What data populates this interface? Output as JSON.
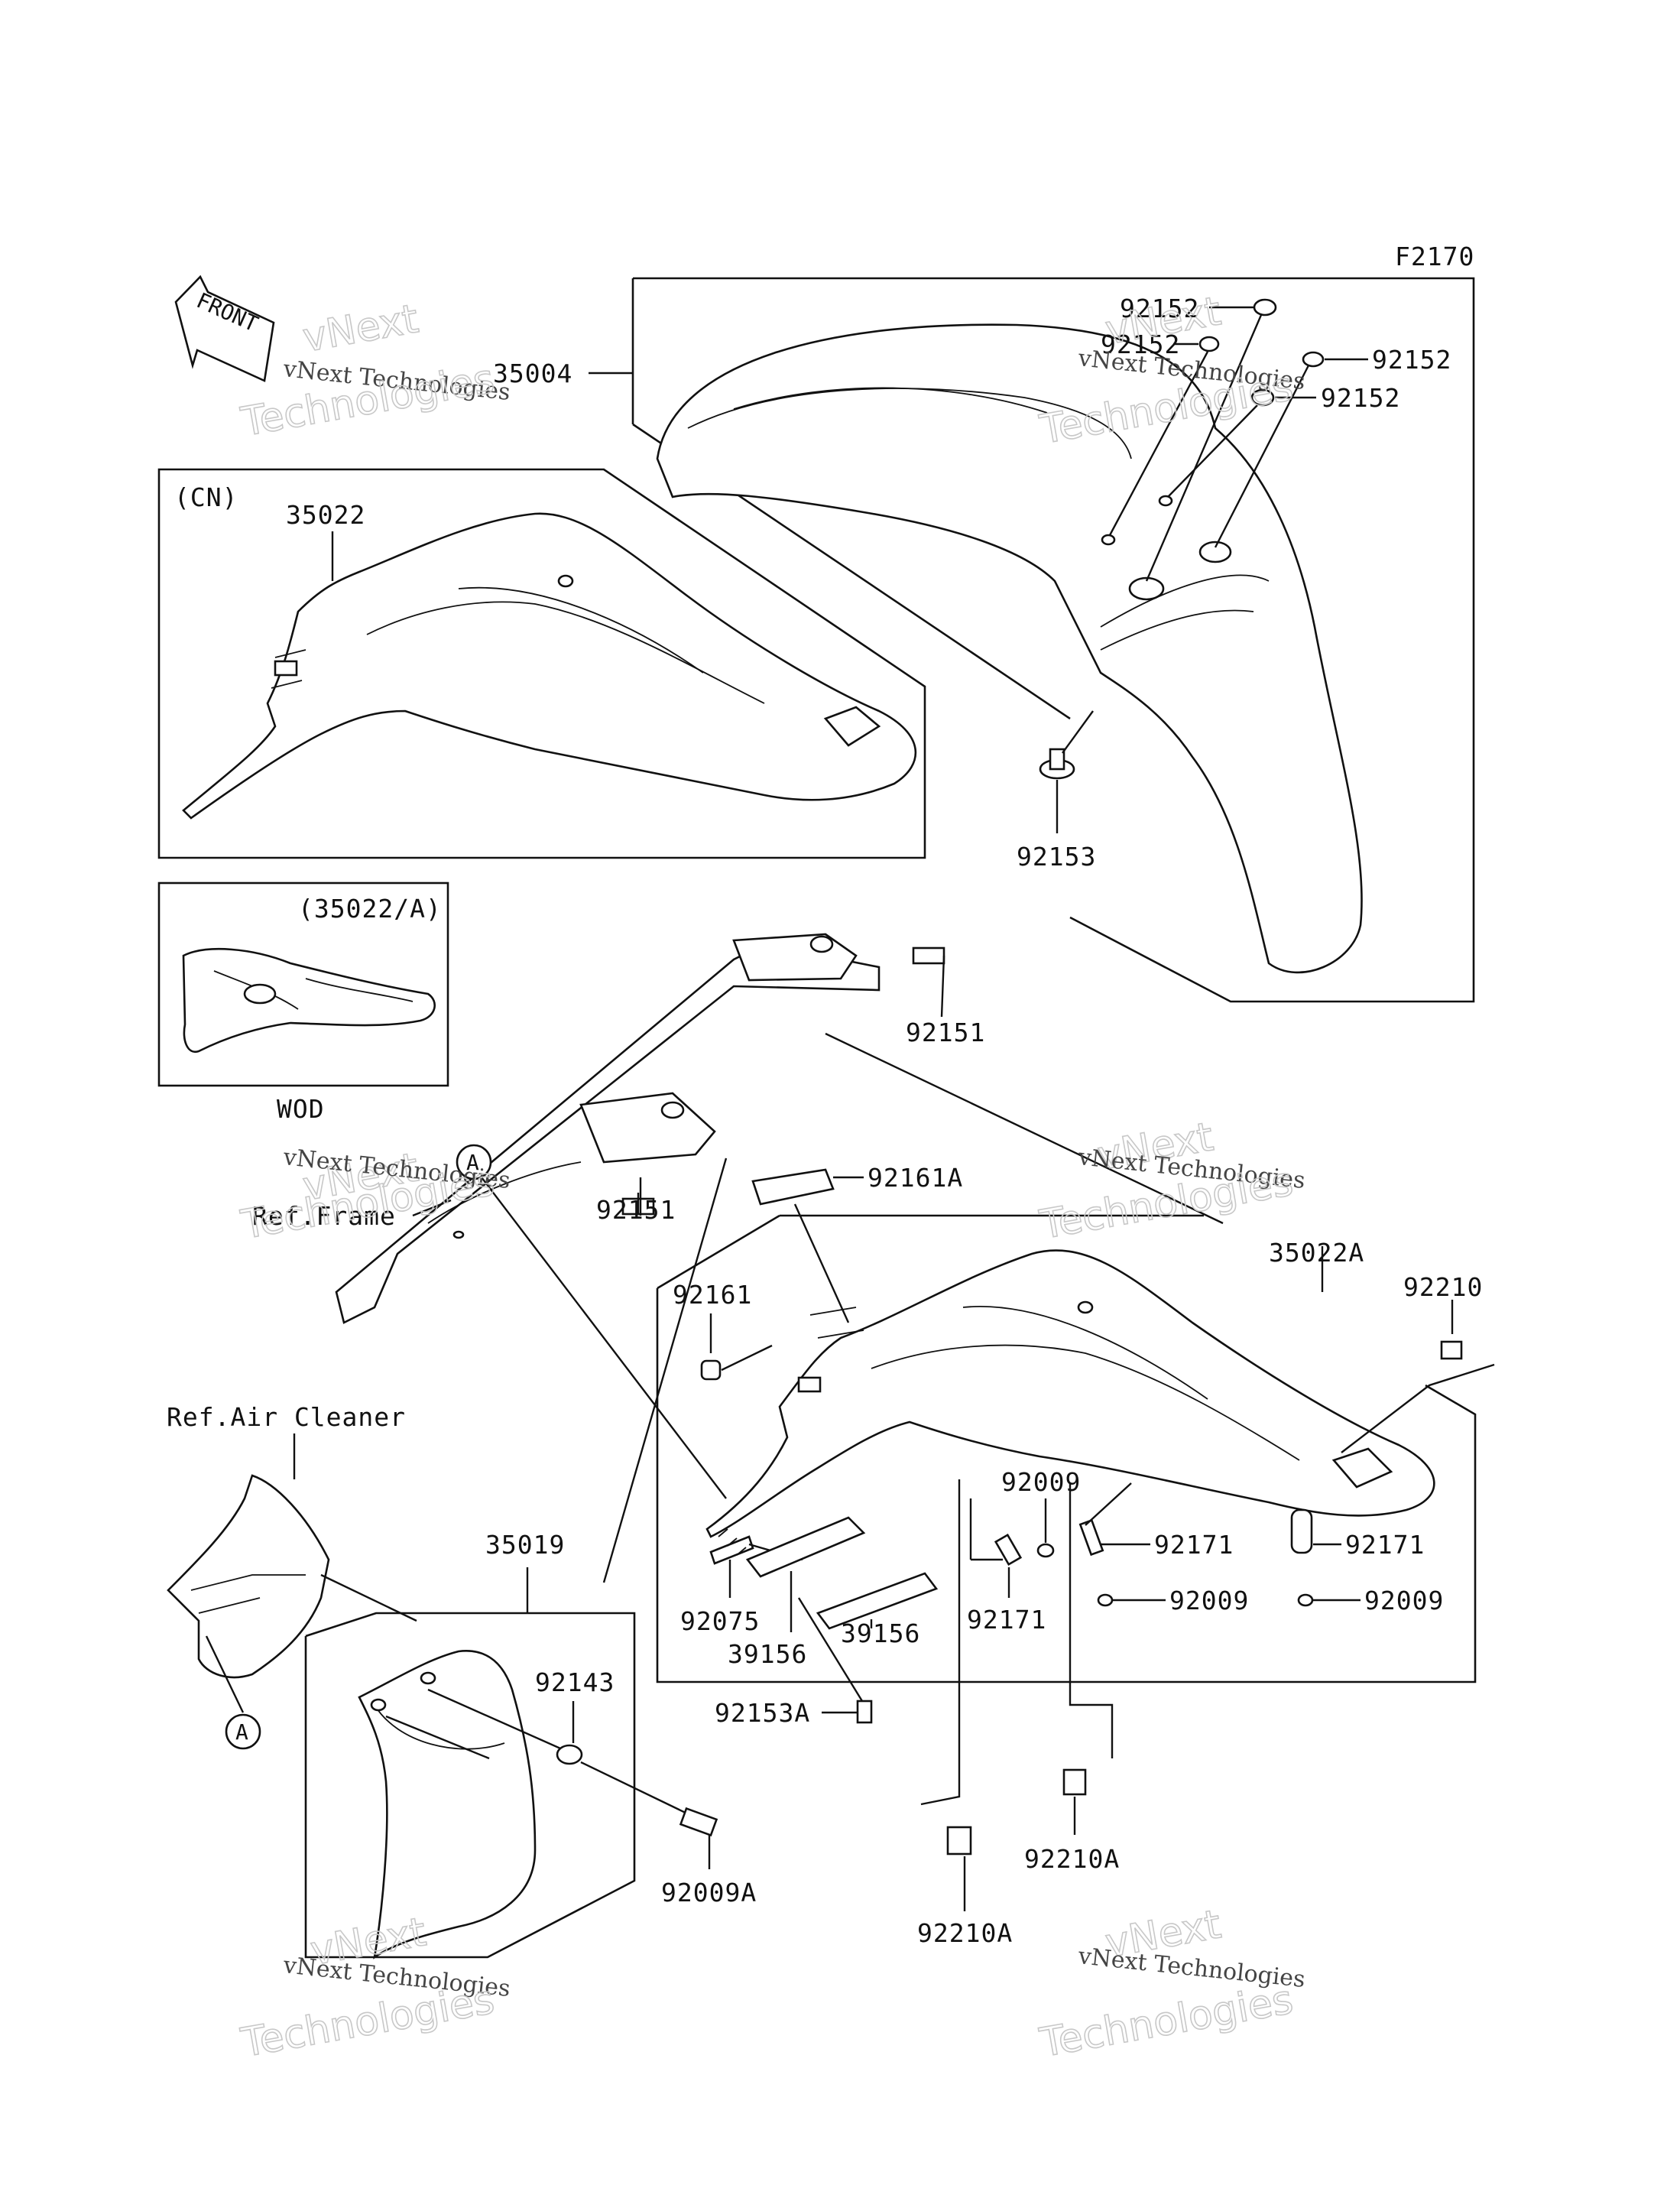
{
  "figure_code": "F2170",
  "front_arrow_label": "FRONT",
  "variant_labels": {
    "cn": "(CN)",
    "variant_a": "(35022/A)",
    "wod": "WOD"
  },
  "reference_labels": {
    "frame": "Ref.Frame",
    "air_cleaner": "Ref.Air Cleaner",
    "marker_a": "A"
  },
  "part_numbers": {
    "front_fender": "35004",
    "washer_top": "92152",
    "washer_mid": "92152",
    "washer_right": "92152",
    "washer_lower": "92152",
    "bolt_front_fender": "92153",
    "rear_fender_cn": "35022",
    "bolt_frame_upper": "92151",
    "bolt_frame_lower": "92151",
    "block_upper": "92161A",
    "nut_92161": "92161",
    "rear_fender_35022a": "35022A",
    "clip_92210": "92210",
    "screw_92009_center": "92009",
    "screw_92009_a": "92009",
    "screw_92009_b": "92009",
    "collar_92171_a": "92171",
    "collar_92171_b": "92171",
    "collar_92171_c": "92171",
    "spring_92075": "92075",
    "pad_39156_a": "39156",
    "pad_39156_b": "39156",
    "bolt_92153a": "92153A",
    "nut_92210a_right": "92210A",
    "nut_92210a_left": "92210A",
    "mud_flap": "35019",
    "washer_92143": "92143",
    "bolt_92009a": "92009A"
  },
  "watermark": {
    "company": "vNext Technologies",
    "word_1": "vNext",
    "word_2": "Technologies"
  }
}
